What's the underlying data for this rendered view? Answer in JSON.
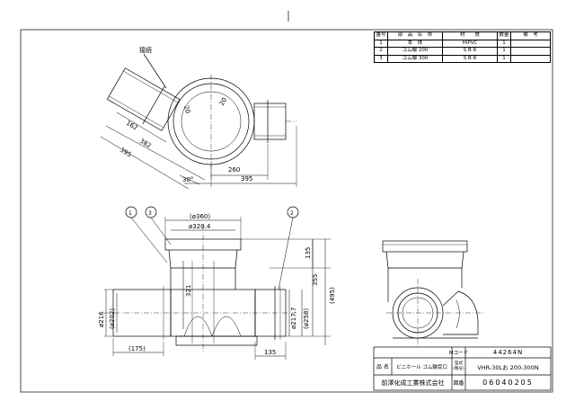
{
  "parts_table": {
    "headers": [
      "番号",
      "部　品　名　称",
      "材　　質",
      "数量",
      "備　考"
    ],
    "rows": [
      [
        "1",
        "本　体",
        "HIPVC",
        "1",
        ""
      ],
      [
        "2",
        "ゴム輪 200",
        "S B R",
        "1",
        ""
      ],
      [
        "3",
        "ゴム輪 300",
        "S B R",
        "1",
        ""
      ]
    ]
  },
  "top_view": {
    "dims": {
      "label_sediki": "接続",
      "d20_a": "20",
      "d20_b": "20",
      "d162": "162",
      "d382": "382",
      "d395_left": "395",
      "d30deg": "30°",
      "d260": "260",
      "d395_bottom": "395"
    }
  },
  "front_view": {
    "balloons": [
      "1",
      "3",
      "2"
    ],
    "dims": {
      "d360": "(ø360)",
      "d3204": "ø320.4",
      "d321": "321",
      "d135_top": "135",
      "d355": "355",
      "d495": "(495)",
      "d216": "ø216",
      "d202": "(ø202)",
      "d2177": "ø217.7",
      "d258": "(ø258)",
      "d175": "(175)",
      "d135_bottom": "135"
    }
  },
  "title_block": {
    "m_code_label": "Mコード",
    "m_code_value": "44264N",
    "katashiki_label": "型式\n(略号)",
    "katashiki_value": "VHR-30Lお 200-300N",
    "name_label": "品 名",
    "name_value": "ビニホール ゴム輪受口",
    "zuban_label": "図番",
    "zuban_value": "06040205",
    "company": "前澤化成工業株式会社"
  }
}
